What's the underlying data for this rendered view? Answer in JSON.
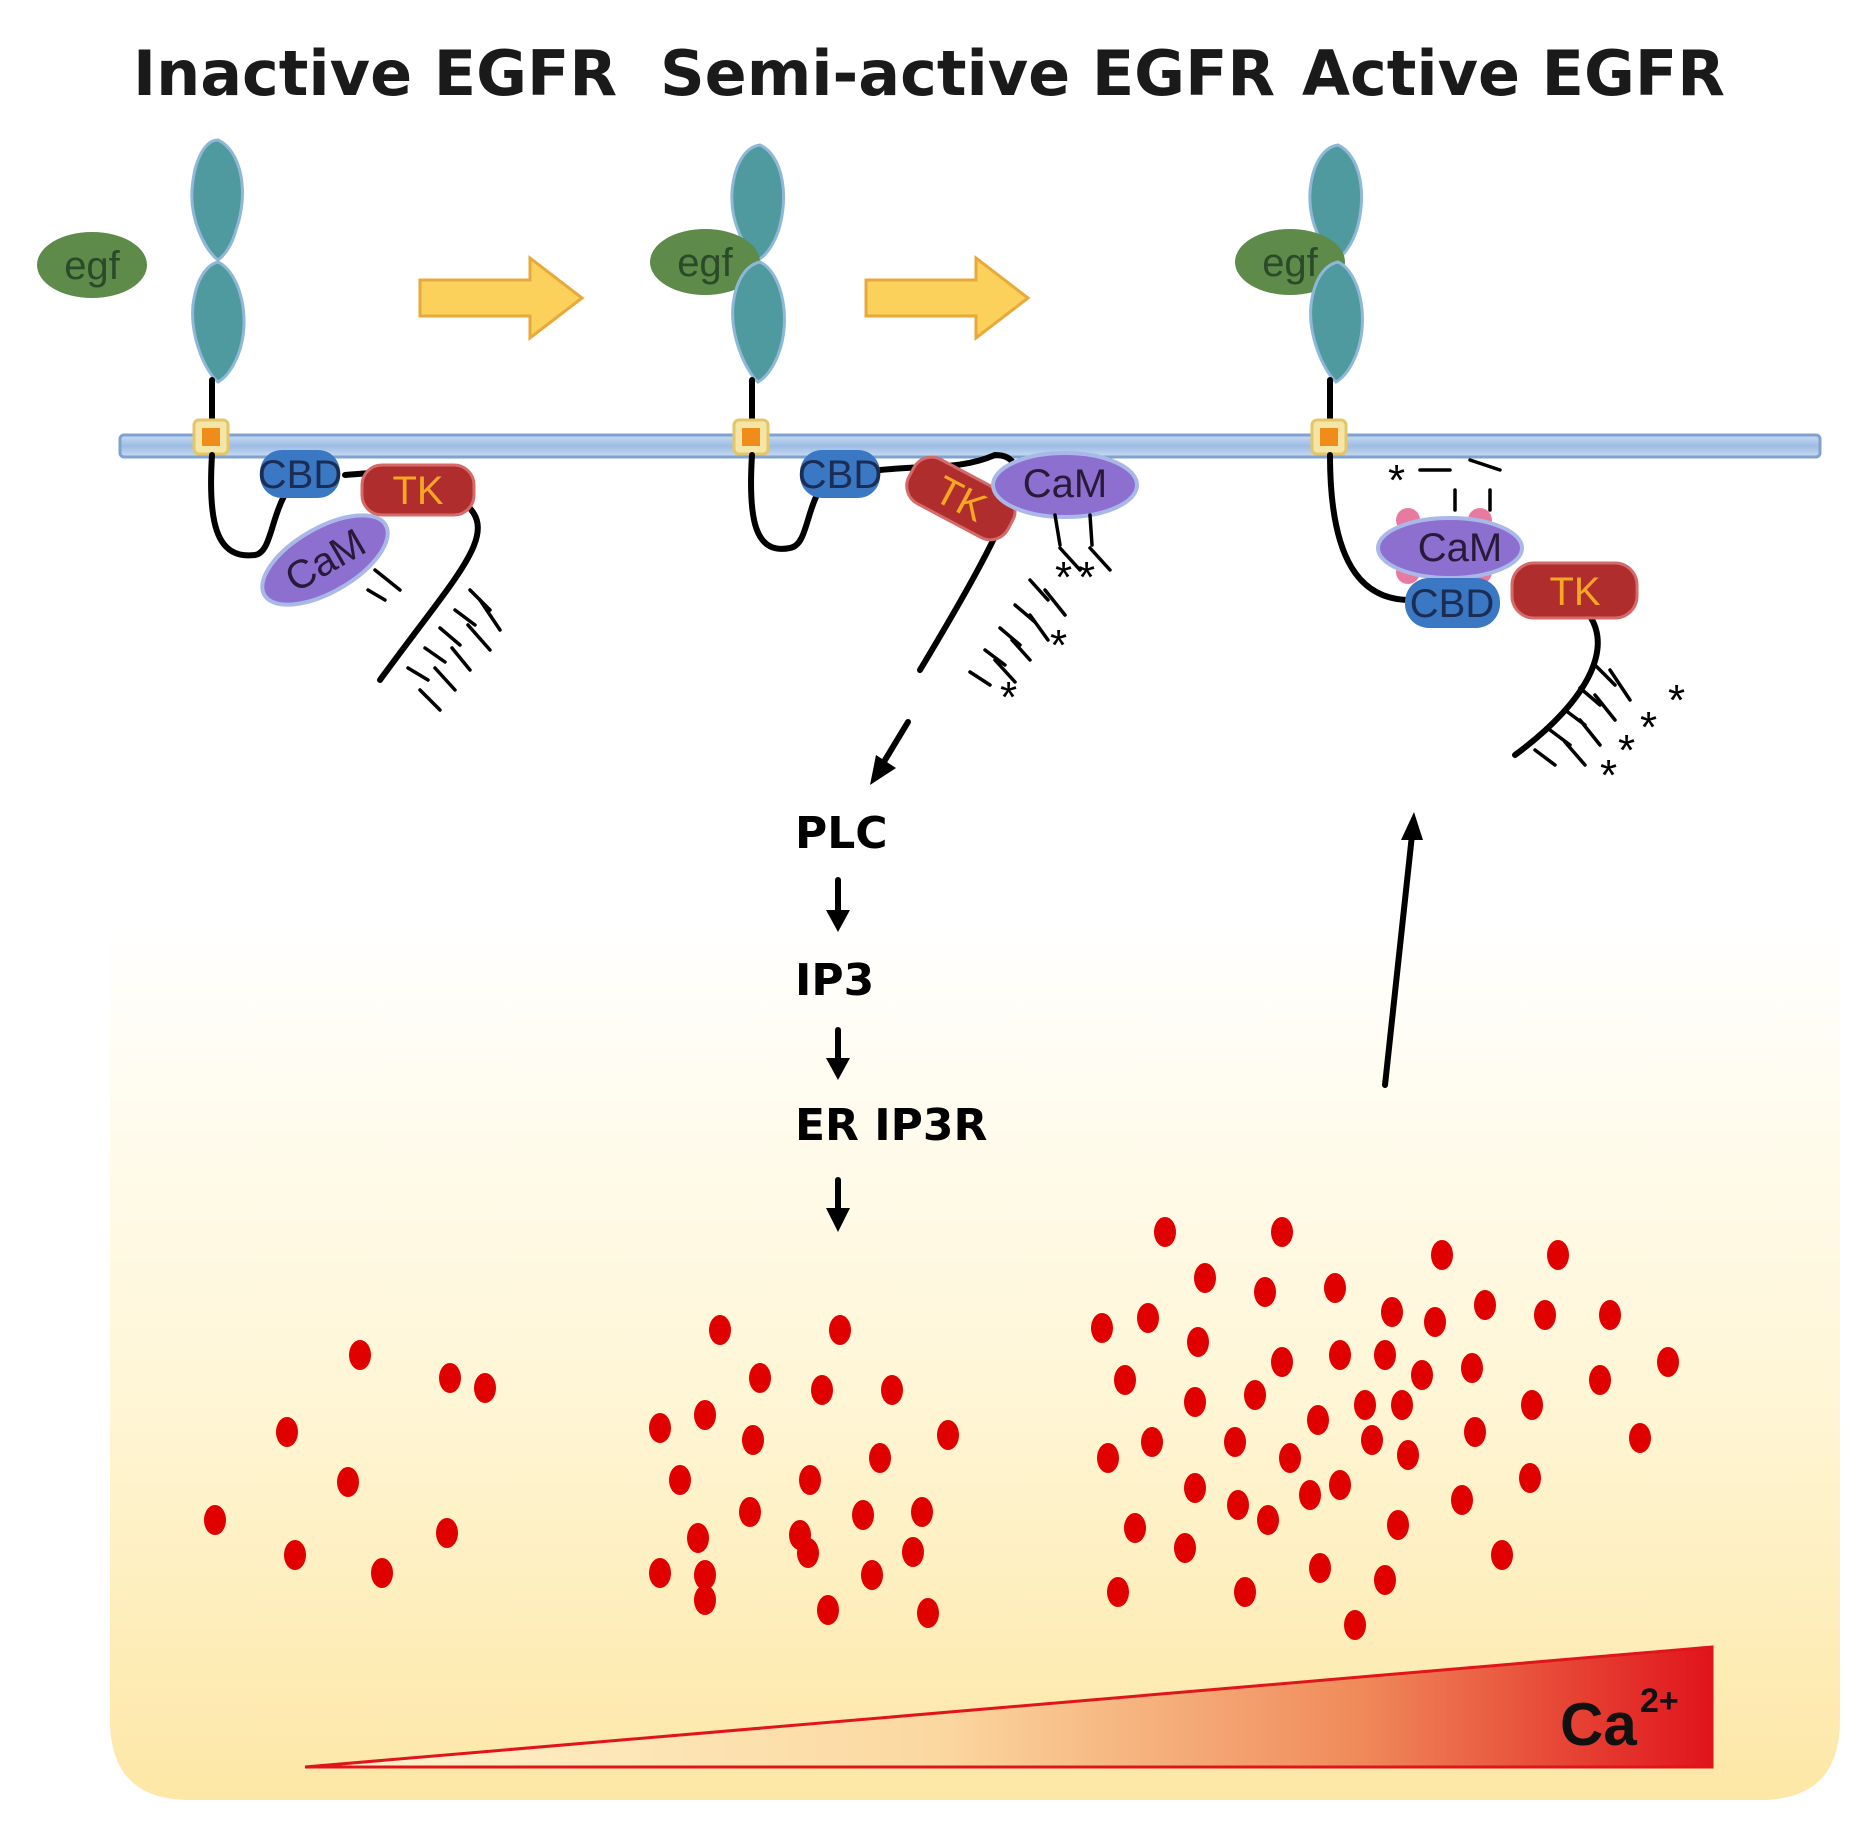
{
  "titles": {
    "inactive": "Inactive EGFR",
    "semi_active": "Semi-active EGFR",
    "active": "Active EGFR"
  },
  "ligand": "egf",
  "domains": {
    "cbd": "CBD",
    "tk": "TK",
    "cam": "CaM"
  },
  "pathway": {
    "step1": "PLC",
    "step2": "IP3",
    "step3": "ER IP3R"
  },
  "calcium": {
    "label": "Ca",
    "superscript": "2+"
  },
  "colors": {
    "receptor": "#4f9a9e",
    "egf": "#5e8a4a",
    "membrane": "#a9c6e8",
    "cbd": "#3a78c3",
    "tk": "#b02d2d",
    "tk_text": "#f5a623",
    "cam": "#9c6fc4",
    "calcium_ion": "#e00000",
    "arrow_fill": "#fbd15b",
    "gradient_end": "#e0141b"
  }
}
